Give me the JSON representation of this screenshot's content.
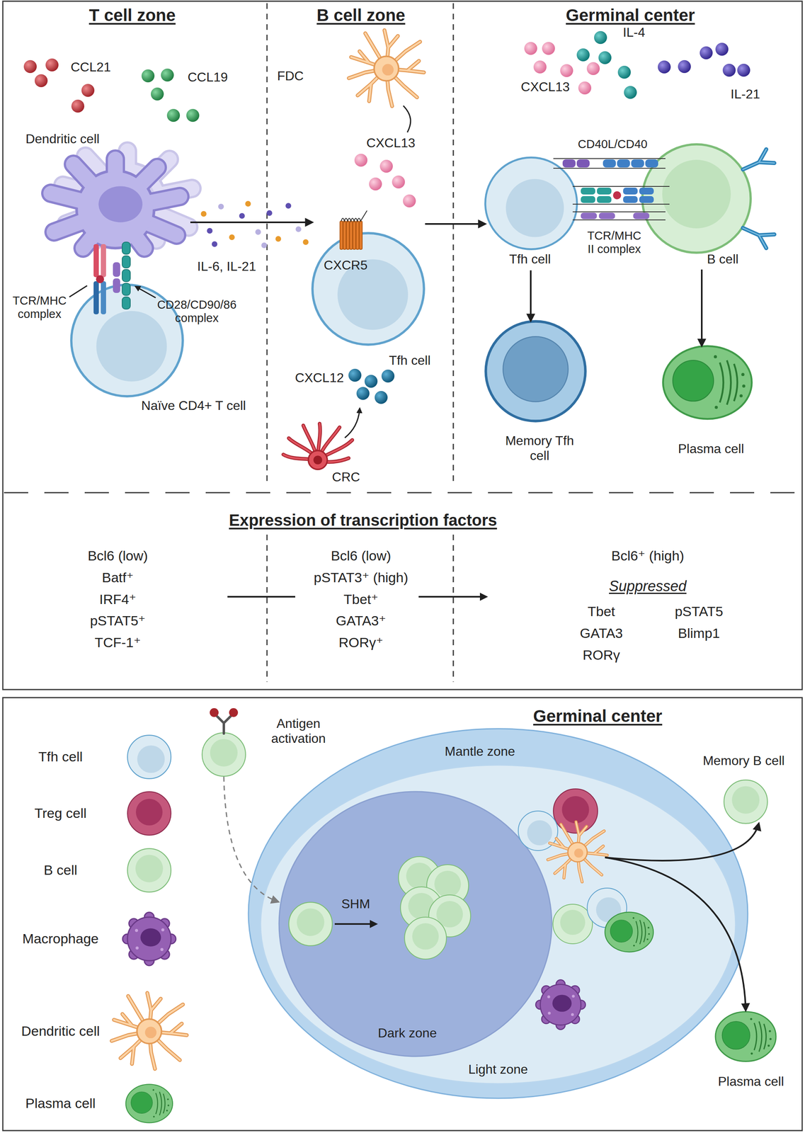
{
  "diagram": {
    "nodes": [
      {
        "text": [
          "Dendritic cell"
        ]
      },
      {
        "text": [
          "Naïve CD4+ T cell"
        ]
      },
      {
        "text": [
          "FDC"
        ]
      },
      {
        "text": [
          "CXCR5",
          "Tfh cell"
        ]
      },
      {
        "text": [
          "CRC"
        ]
      },
      {
        "text": [
          "Tfh cell"
        ]
      },
      {
        "text": [
          "B cell"
        ]
      },
      {
        "text": [
          "Memory Tfh cell"
        ]
      },
      {
        "text": [
          "Plasma cell"
        ]
      },
      {
        "text": [
          "Antigen activation"
        ]
      },
      {
        "text": [
          "Germinal center",
          "Mantle zone"
        ]
      },
      {
        "text": [
          "Light zone"
        ],
        "in": 10
      },
      {
        "text": [
          "Dark zone"
        ],
        "in": 11
      },
      {
        "text": [
          "Memory B cell"
        ]
      },
      {
        "text": [
          "Plasma cell"
        ]
      }
    ],
    "edges": [
      {
        "from": 0,
        "to": 3,
        "label": "IL-6, IL-21",
        "arrow": "to"
      },
      {
        "from": 3,
        "to": 5,
        "arrow": "to"
      },
      {
        "from": 5,
        "to": 7,
        "arrow": "to"
      },
      {
        "from": 6,
        "to": 8,
        "arrow": "to"
      },
      {
        "from": 9,
        "to": 12,
        "arrow": "to"
      },
      {
        "from": 11,
        "to": 13,
        "arrow": "to"
      },
      {
        "from": 11,
        "to": 14,
        "arrow": "to"
      }
    ],
    "labels": [
      "T cell zone",
      "B cell zone",
      "Germinal center",
      "CCL21",
      "CCL19",
      "TCR/MHC complex",
      "CD28/CD90/86 complex",
      "CXCL13",
      "CXCL12",
      "CXCL13",
      "IL-4",
      "IL-21",
      "CD40L/CD40",
      "TCR/MHC II complex",
      "Expression of transcription factors",
      "Bcl6 (low)",
      "Batf⁺",
      "IRF4⁺",
      "pSTAT5⁺",
      "TCF-1⁺",
      "Bcl6 (low)",
      "pSTAT3⁺ (high)",
      "Tbet⁺",
      "GATA3⁺",
      "RORγ⁺",
      "Bcl6⁺ (high)",
      "Suppressed",
      "Tbet",
      "pSTAT5",
      "GATA3",
      "Blimp1",
      "RORγ",
      "SHM"
    ],
    "legend": [
      {
        "text": "Tfh cell"
      },
      {
        "text": "Treg cell"
      },
      {
        "text": "B cell"
      },
      {
        "text": "Macrophage"
      },
      {
        "text": "Dendritic cell"
      },
      {
        "text": "Plasma cell"
      }
    ]
  }
}
